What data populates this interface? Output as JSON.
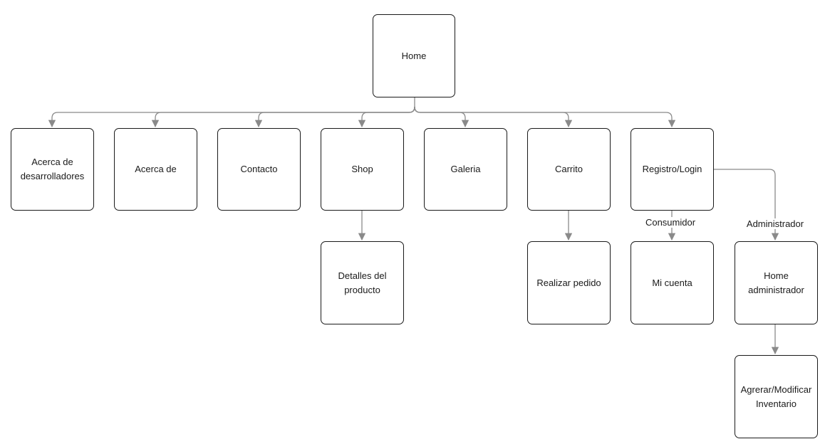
{
  "nodes": {
    "home": "Home",
    "acerca_desarrolladores": "Acerca de\ndesarrolladores",
    "acerca_de": "Acerca de",
    "contacto": "Contacto",
    "shop": "Shop",
    "galeria": "Galeria",
    "carrito": "Carrito",
    "registro_login": "Registro/Login",
    "detalles_producto": "Detalles del\nproducto",
    "realizar_pedido": "Realizar pedido",
    "mi_cuenta": "Mi cuenta",
    "home_administrador": "Home\nadministrador",
    "agregar_modificar": "Agrerar/Modificar\nInventario"
  },
  "edge_labels": {
    "consumidor": "Consumidor",
    "administrador": "Administrador"
  },
  "colors": {
    "edge": "#8a8a8a",
    "border": "#1a1a1a"
  }
}
